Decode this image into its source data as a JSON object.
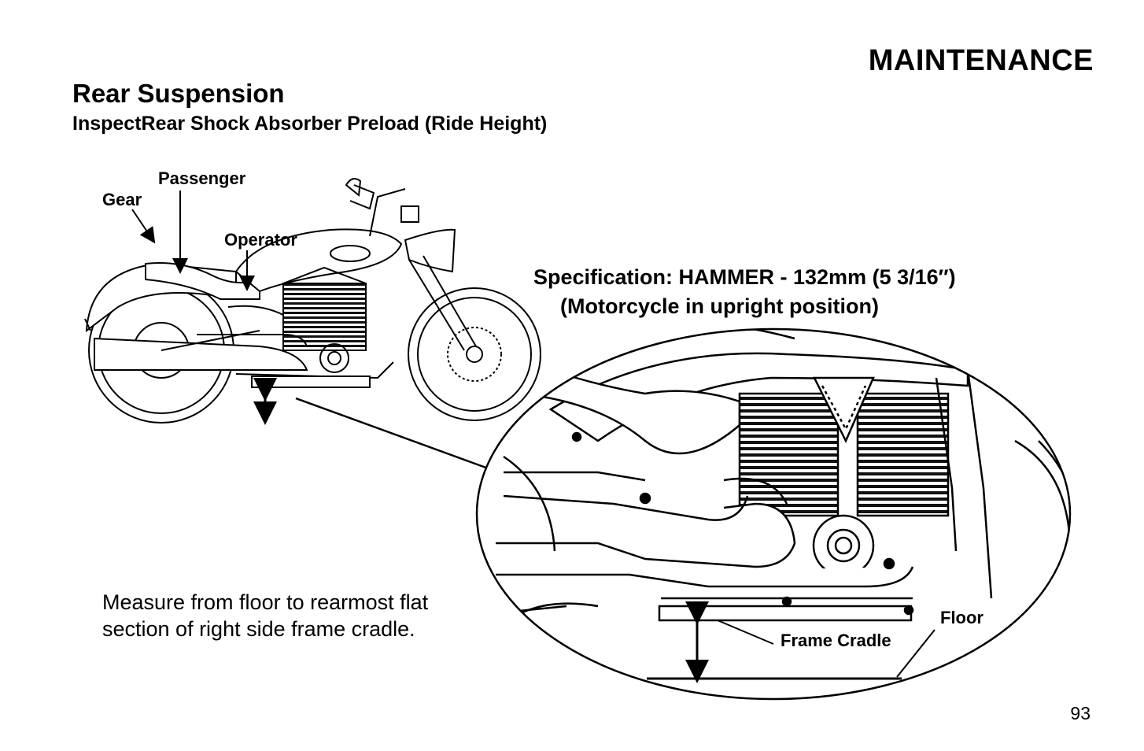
{
  "header": {
    "section": "MAINTENANCE"
  },
  "title": "Rear Suspension",
  "subtitle": "InspectRear Shock Absorber Preload (Ride Height)",
  "labels": {
    "gear": "Gear",
    "passenger": "Passenger",
    "operator": "Operator",
    "frame_cradle": "Frame Cradle",
    "floor": "Floor"
  },
  "specification": {
    "line1": "Specification: HAMMER - 132mm (5 3/16″)",
    "line2": "(Motorcycle in upright position)"
  },
  "instructions": {
    "line1": "Measure from floor to rearmost flat",
    "line2": "section of right side frame cradle."
  },
  "page_number": "93"
}
